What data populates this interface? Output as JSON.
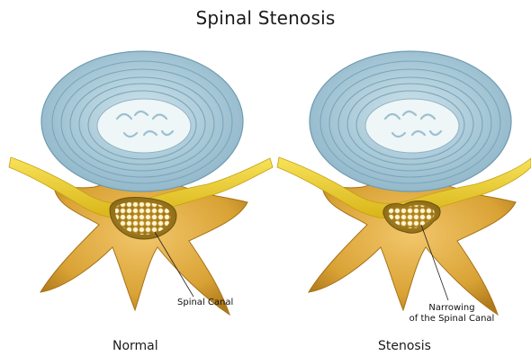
{
  "diagram": {
    "title": "Spinal Stenosis",
    "panels": [
      {
        "caption": "Normal",
        "callout": "Spinal Canal"
      },
      {
        "caption": "Stenosis",
        "callout_line1": "Narrowing",
        "callout_line2": "of the Spinal Canal"
      }
    ]
  },
  "colors": {
    "disc_outer": "#9ec3d4",
    "disc_core": "#e4f0f3",
    "bone": "#d9a235",
    "ligament": "#f1d32a",
    "canal": "#c99a2a"
  }
}
